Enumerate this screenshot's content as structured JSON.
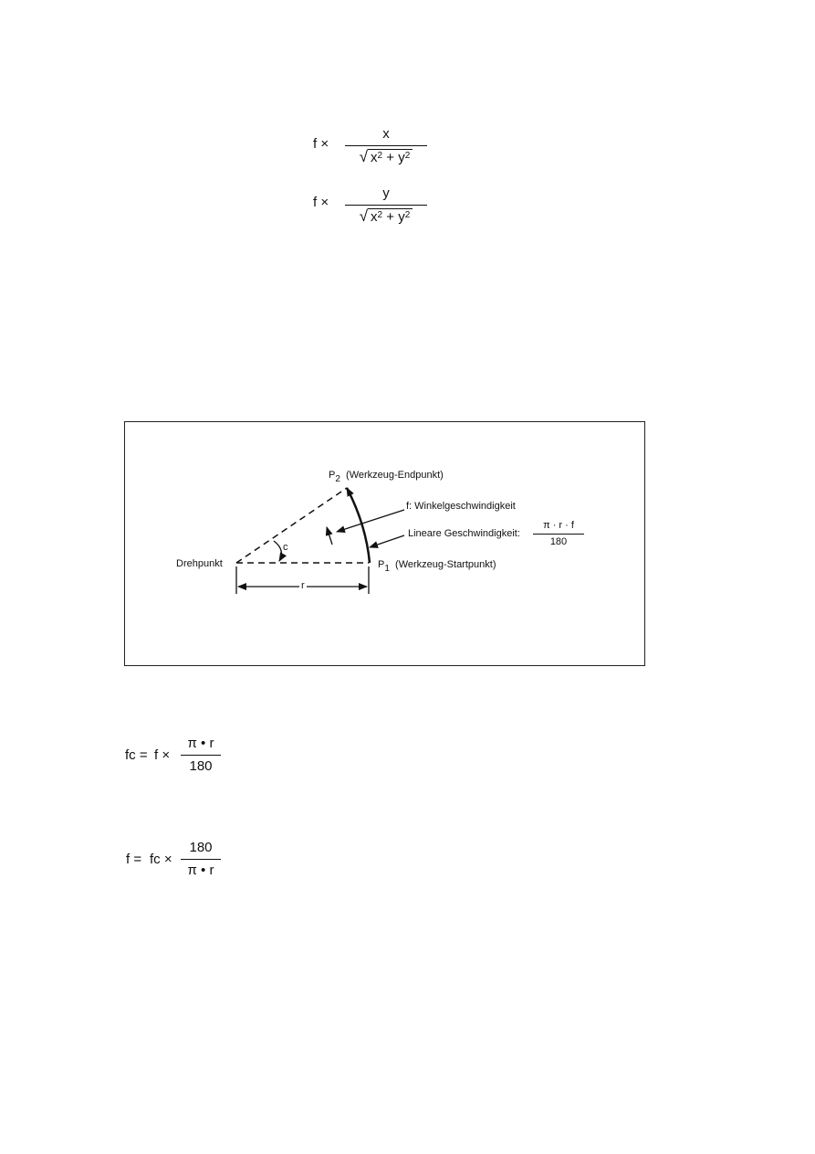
{
  "top_formulas": [
    {
      "prefix": "f ×",
      "numerator": "x",
      "radicand": "x2 + y2"
    },
    {
      "prefix": "f ×",
      "numerator": "y",
      "radicand": "x2 + y2"
    }
  ],
  "diagram": {
    "p2_label": "P",
    "p2_sub": "2",
    "p2_desc": "(Werkzeug-Endpunkt)",
    "angular_speed_label": "f: Winkelgeschwindigkeit",
    "linear_speed_label": "Lineare Geschwindigkeit:",
    "linear_frac_num": "π · r · f",
    "linear_frac_den": "180",
    "pivot_label": "Drehpunkt",
    "angle_label": "c",
    "radius_label": "r",
    "p1_label": "P",
    "p1_sub": "1",
    "p1_desc": "(Werkzeug-Startpunkt)"
  },
  "formula_fc": {
    "lhs": "fc =",
    "mid": "f ×",
    "numerator": "π • r",
    "denominator": "180"
  },
  "formula_f": {
    "lhs": "f =",
    "mid": "fc ×",
    "numerator": "180",
    "denominator": "π • r"
  }
}
